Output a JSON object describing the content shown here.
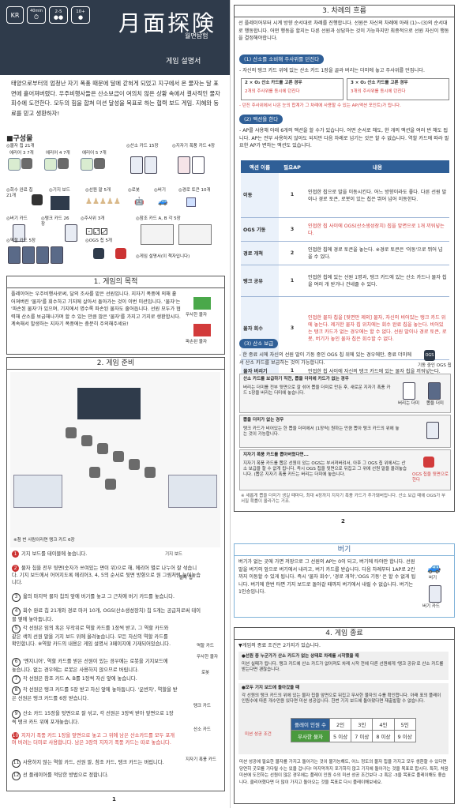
{
  "header": {
    "badge_kr": "KR",
    "badge_time": "40min",
    "badge_players": "2-5",
    "badge_age": "10+",
    "title": "月面探険",
    "subtitle": "월면탐험",
    "rulebook": "게임 설명서"
  },
  "intro": "태양으로부터의 엄청난 자기 폭풍 때문에 달에 갇혀게 되었고 지구에서 온 물자는 달 표면에 흩어져버렸다. 우주비행사들은 산소보급이 여의치 않은 상황 속에서 결사적인 물자회수에 도전한다. 모두의 힘을 합쳐 미션 달성을 목표로 하는 협력 보드 게임. 지혜와 동료를 믿고 생환하자!",
  "components": {
    "heading": "■구성물",
    "items": [
      "◎물자 칩 21개",
      "◎산소 카드 15장",
      "◎지자기 폭풍 카드 4장",
      "◎회수 완료 칩 21개",
      "◎기지 보드",
      "◎선원 말 5개",
      "◎로봇",
      "◎버기",
      "◎경로 토큰 10개",
      "◎버기 카드",
      "◎탱크 카드 26장",
      "◎주사위 3개",
      "◎참조 카드 A, B 각 5장",
      "◎역할 카드 5장",
      "◎OGS 칩 5개",
      "◎게임 설명서(이 책자입니다)"
    ],
    "area_labels": [
      "에리어 3 7개",
      "에리어 4 7개",
      "에리어 5 7개"
    ]
  },
  "section1": {
    "title": "1. 게임의 목적",
    "body": "플레이어는 우주비행사로써, 달의 조사를 맡은 선원입니다. 지자기 폭풍에 의해 흩어져버린 '물자'를 회수하고 기지에 살아서 돌아가는 것이 이번 미션입니다. '물자'는 '파손된 물자'가 있으며, 기지에서 명수록 파손된 물자도 줄어듭니다. 선원 모두가 협력해 산소를 보급해나가며 할 수 있는 만큼 많은 '물자'를 가지고 기지로 생환합시다. 계속해서 발생하는 지자기 폭풍에는 충분히 주의해주세요!",
    "label_a": "무사한 물자",
    "label_b": "파손된 물자"
  },
  "section2": {
    "title": "2. 게임 준비",
    "note": "※첨 번 사람이라면 탱크 카드 6장",
    "steps": [
      "기지 보드를 테이블에 놓습니다.",
      "물자 칩을 전부 뒷면(숫자가 쓰여있는 면이 위)으로 해, 에리어 별로 나누어 잘 섞습니다. 기지 보드에서 어어지도록 에리어3, 4, 5의 순서로 뒷면 방향으로 원 그림처럼 늘어놓습니다.",
      "옮의 마지막 물자 칩의 앞에 버기를 놓고 그 근처에 버기 카드를 놓습니다.",
      "회수 완료 칩 21개와 경로 마커 10개, OGS(산소생성장치) 칩 5개는 공급처로써 테이블 옆에 놓아둡니다.",
      "각 선원은 임의 혹은 무작위로 역할 카드를 1장씩 받고, 그 역할 카드와 같은 색의 선원 말을 기지 보드 위에 올려놓습니다. 모든 자신의 역할 카드를 확인합니다. ※역할 카드의 내용은 게임 설명서 3페이지에 기재되어있습니다.",
      "'엔지니어', 역할 카드를 받은 선원이 있는 경우에는 로봇을 기지보드에 놓습니다. 없는 경우에는 로봇은 사용하지 않으므로 버립니다.",
      "각 선원은 참조 카드 A, B를 1장씩 자신 앞에 놓습니다.",
      "각 선원은 탱크 카드를 5장 받고 자신 앞에 놓아둡니다. '운반자', 역할을 받은 선원은 탱크 카드를 6장 받습니다.",
      "산소 카드 15장을 뒷면으로 잘 섞고, 각 선원은 3장씩 받아 앞면으로 1장씩 탱크 카드 위에 포개놓습니다.",
      "지자기 폭풍 카드 1장을 앞면으로 놓고 그 위에 남은 산소카드를 모두 포개며 버려는 더미로 사용합니다. 남은 3장의 지자기 폭풍 카드는 따로 놓습니다.",
      "사용하지 않는 역할 카드, 선원 말, 참조 카드, 탱크 카드는 버립니다.",
      "선 플레이어를 적당한 방법으로 정합니다."
    ],
    "side_labels": [
      "기지 보드",
      "물자 칩",
      "역할 카드",
      "탱크 카드",
      "산소 카드",
      "지자기 폭풍 카드",
      "로봇",
      "무사한 물자"
    ]
  },
  "left_pagenum": "1",
  "section3": {
    "title": "3. 차례의 흐름",
    "intro": "선 플레이어부터 시계 방향 순서대로 차례를 진행합니다. 선원은 자신의 차례에 아래 (1)~(3)의 순서대로 행동합니다. 어떤 행동을 할지는 다른 선원과 상담하는 것이 가능하지만 최종적으로 선원 자신이 행동을 결정해야합니다.",
    "step1": {
      "label": "(1) 산소를 소비해 주사위를 던진다",
      "text": "- 자신의 탱크 카드 위에 있는 산소 카드 1장을 골라 버리는 더미에 놓고 주사위를 던집니다.",
      "opt_a": "2 × O₂ 산소 카드를 고른 경우",
      "opt_a_sub": "2개의 주사위를 동시에 던진다",
      "opt_b": "3 × O₂ 산소 카드를 고른 경우",
      "opt_b_sub": "3개의 주사위를 동시에 던진다",
      "note": "- 던진 주사위에서 나온 눈의 합계가 그 차례에 사용할 수 있는 AP(액션 포인트)가 됩니다."
    },
    "step2": {
      "label": "(2) 액션을 한다",
      "text": "- AP를 사용해 아래 6개의 액션을 할 수가 있습니다. 어떤 순서로 해도, 한 개의 액션을 여러 번 해도 됩니다. AP는 전부 사용하지 않아도 되지만 다음 차례로 넘기는 것은 할 수 없습니다. 역할 카드에 따라 필요한 AP가 변하는 액션도 있습니다."
    },
    "action_table": {
      "headers": [
        "액션 이름",
        "필요AP",
        "내용"
      ],
      "rows": [
        {
          "name": "이동",
          "ap": "1",
          "desc": "인접한 칩으로 말을 이동시킨다. 어느 방향이라도 좋다. 다른 선원 말이나 경로 토큰, 로봇이 있는 칩은 뛰어 넘어 이동한다."
        },
        {
          "name": "OGS 기동",
          "ap": "3",
          "desc": "인접한 칩 사이에 OGS(산소생성장치) 칩을 앞면으로 1개 끼워넣는다."
        },
        {
          "name": "경로 개척",
          "ap": "2",
          "desc": "인접한 칩에 경로 토큰을 놓는다. ※경로 토큰은 '이동'으로 뛰어 넘을 수 있다."
        },
        {
          "name": "탱크 공유",
          "ap": "1",
          "desc": "인접한 칩에 있는 선원 1명과, 탱크 카드에 있는 산소 카드나 물자 칩을 여러 개 받거나 건네줄 수 있다."
        },
        {
          "name": "물자 회수",
          "ap": "3",
          "desc": "인접한 물자 칩을 [뒷면만 제외] 물자, 자신의 비어있는 탱크 카드 위에 놓는다. 제거한 물자 칩 위치에는 회수 완료 칩을 놓는다. 비어있는 탱크 카드가 없는 경우에는 할 수 없다. 선원 말이나 경로 토큰, 로봇, 버기가 놓인 물자 칩은 회수할 수 없다."
        },
        {
          "name": "물자 버리기",
          "ap": "1",
          "desc": "인접한 칩 사이에 자신의 탱크 카드에 있는 물자 칩을 끼워넣는다."
        }
      ]
    },
    "step3": {
      "label": "(3) 산소 보급",
      "text": "- 한 종료 시에 자신의 선원 말이 기동 중인 OGS 칩 위에 있는 경우에만, 종료 더미에서 산소 카드를 보급하는 것이 가능합니다.",
      "ogs_label": "OGS",
      "ogs_note": "기동 중인 OGS 칩",
      "case1_title": "산소 카드를 보급하기 직전, 뽑을 더미에 카드가 없는 경우",
      "case1_text": "버리는 더미를 전부 뒷면으로 잘 섞어 뽑을 더미로 만든 후, 새로운 지자기 폭풍 카드 1장을 버리는 더미에 놓습니다.",
      "case2_title": "뽑을 더미가 없는 경우",
      "case2_text": "탱크 카드가 비어있는 한 뽑을 더미에서 [1장씩] 원하는 만큼 뽑아 탱크 카드의 위에 놓는 것이 가능합니다.",
      "case3_title": "지자기 폭풍 카드를 뽑아버렸다면...",
      "case3_text": "지자기 폭풍 카드를 뽑은 선원이 있는 OGS는 부서져버려서, 아후 그 OGS 칩 위에서는 산소 보급을 할 수 없게 됩니다. 즉시 OGS 칩을 뒷면으로 뒤집고 그 위에 선원 말을 올려놓습니다. (뽑은 지자기 폭풍 카드는 버리는 더미에 놓습니다.",
      "footnote": "※ 새롭게 뽑을 더미가 생길 때마다, 최대 4장까지 지자기 폭풍 카드가 추가돼버립니다. 산소 보급 때에 OGS가 부서질 확률이 올라가는 거죠.",
      "tag_a": "버리는 더미",
      "tag_b": "뽑을 더미",
      "tag_c": "OGS 칩을 뒷면으로 한다"
    }
  },
  "right_pagenum": "2",
  "buggy": {
    "title": "버기",
    "text": "버기가 없는 곳에 가면 저장으로 그 선원의 AP는 0이 되고, 버기에 타야만 합니다. 선원 말을 버기의 앞으로 버기에서 내리고, 버기 카드를 받습니다. 다음 차례부터 1AP로 2칸까지 이동할 수 있게 됩니다. 즉시 '물자 회수', '경로 개척','OGS 기동' 은 할 수 없게 됩니다. 버기에 한번 타면 기지 보드로 돌아갈 때까지 버기에서 내릴 수 없습니다. 버기는 1인승입니다.",
    "label_a": "버기",
    "label_b": "버기 카드"
  },
  "section4": {
    "title": "4. 게임 종료",
    "intro": "▼게임의 종료 조건은 2가지가 있습니다.",
    "end1_title": "●선원 중 누군가가 산소 카드가 없는 상태로 차례를 시작했을 때",
    "end1_text": "미션 실패가 됩니다. 탱크 카드에 산소 카드가 없어져도 차례 시작 전에 다른 선원에게 '탱크 공유'로 산소 카드를 받는다면 괜찮습니다.",
    "end2_title": "●모두 기지 보드에 돌아갔을 때",
    "end2_text": "각 선원의 탱크 카드의 위에 있는 물자 칩을 앞면으로 뒤집고 무사한 물자의 수를 확인합니다. 아래 표의 플레이 인원수에 따른 개수만큼 있다면 미션 성공입니다. 한번 기지 보드에 돌아왔다면 재출발할 수 없습니다.",
    "score_label": "미션 성공 조건",
    "players_header": "플레이 인원 수",
    "players": [
      "2인",
      "3인",
      "4인",
      "5인"
    ],
    "goods_header": "무사한 물자",
    "counts": [
      "5 이상",
      "7 이상",
      "8 이상",
      "9 이상"
    ],
    "outro": "미션 성공에 필요한 물자를 가지고 돌아가는 것이 불가능해도, 어느 정도의 물자 칩을 가지고 모두 생환할 수 있다면 당연히 굿모를 기다릴 수는 있을 겁니다! 마지막까지 포기하지 않고 기지에 돌아가는 것을 목표로 합시다. 특히, 처음 미션에 도전하는 선원이 많은 경우에는 플레이 인원 수의 미션 성공 조건보다 -2 혹은 -3을 목표로 플레이해도 좋습니다. 클리어했다면 더 많이 가지고 돌아오는 것을 목표로 다시 플레이해보세요."
  },
  "colors": {
    "header_bg": "#2f3b4b",
    "accent": "#2f5f97",
    "red": "#d23b3b",
    "light_blue": "#eaf1fa"
  }
}
